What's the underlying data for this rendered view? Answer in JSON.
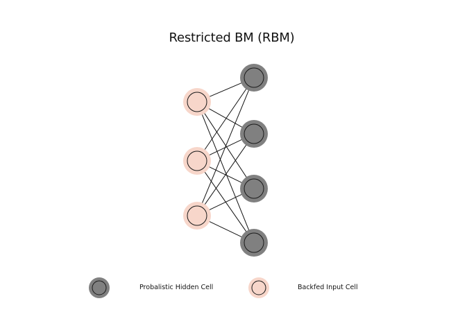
{
  "title": "Restricted BM (RBM)",
  "colors": {
    "hidden_fill": "#808080",
    "input_fill": "#F7D6CA",
    "stroke": "#1a1a1a",
    "edge": "#111111"
  },
  "nodes": {
    "input": [
      {
        "id": "input-1",
        "type": "backfed-input"
      },
      {
        "id": "input-2",
        "type": "backfed-input"
      },
      {
        "id": "input-3",
        "type": "backfed-input"
      }
    ],
    "hidden": [
      {
        "id": "hidden-1",
        "type": "probabilistic-hidden"
      },
      {
        "id": "hidden-2",
        "type": "probabilistic-hidden"
      },
      {
        "id": "hidden-3",
        "type": "probabilistic-hidden"
      },
      {
        "id": "hidden-4",
        "type": "probabilistic-hidden"
      }
    ]
  },
  "edges": [
    [
      "input-1",
      "hidden-1"
    ],
    [
      "input-1",
      "hidden-2"
    ],
    [
      "input-1",
      "hidden-3"
    ],
    [
      "input-1",
      "hidden-4"
    ],
    [
      "input-2",
      "hidden-1"
    ],
    [
      "input-2",
      "hidden-2"
    ],
    [
      "input-2",
      "hidden-3"
    ],
    [
      "input-2",
      "hidden-4"
    ],
    [
      "input-3",
      "hidden-1"
    ],
    [
      "input-3",
      "hidden-2"
    ],
    [
      "input-3",
      "hidden-3"
    ],
    [
      "input-3",
      "hidden-4"
    ]
  ],
  "legend": [
    {
      "label": "Probalistic Hidden Cell",
      "type": "probabilistic-hidden"
    },
    {
      "label": "Backfed Input Cell",
      "type": "backfed-input"
    }
  ]
}
